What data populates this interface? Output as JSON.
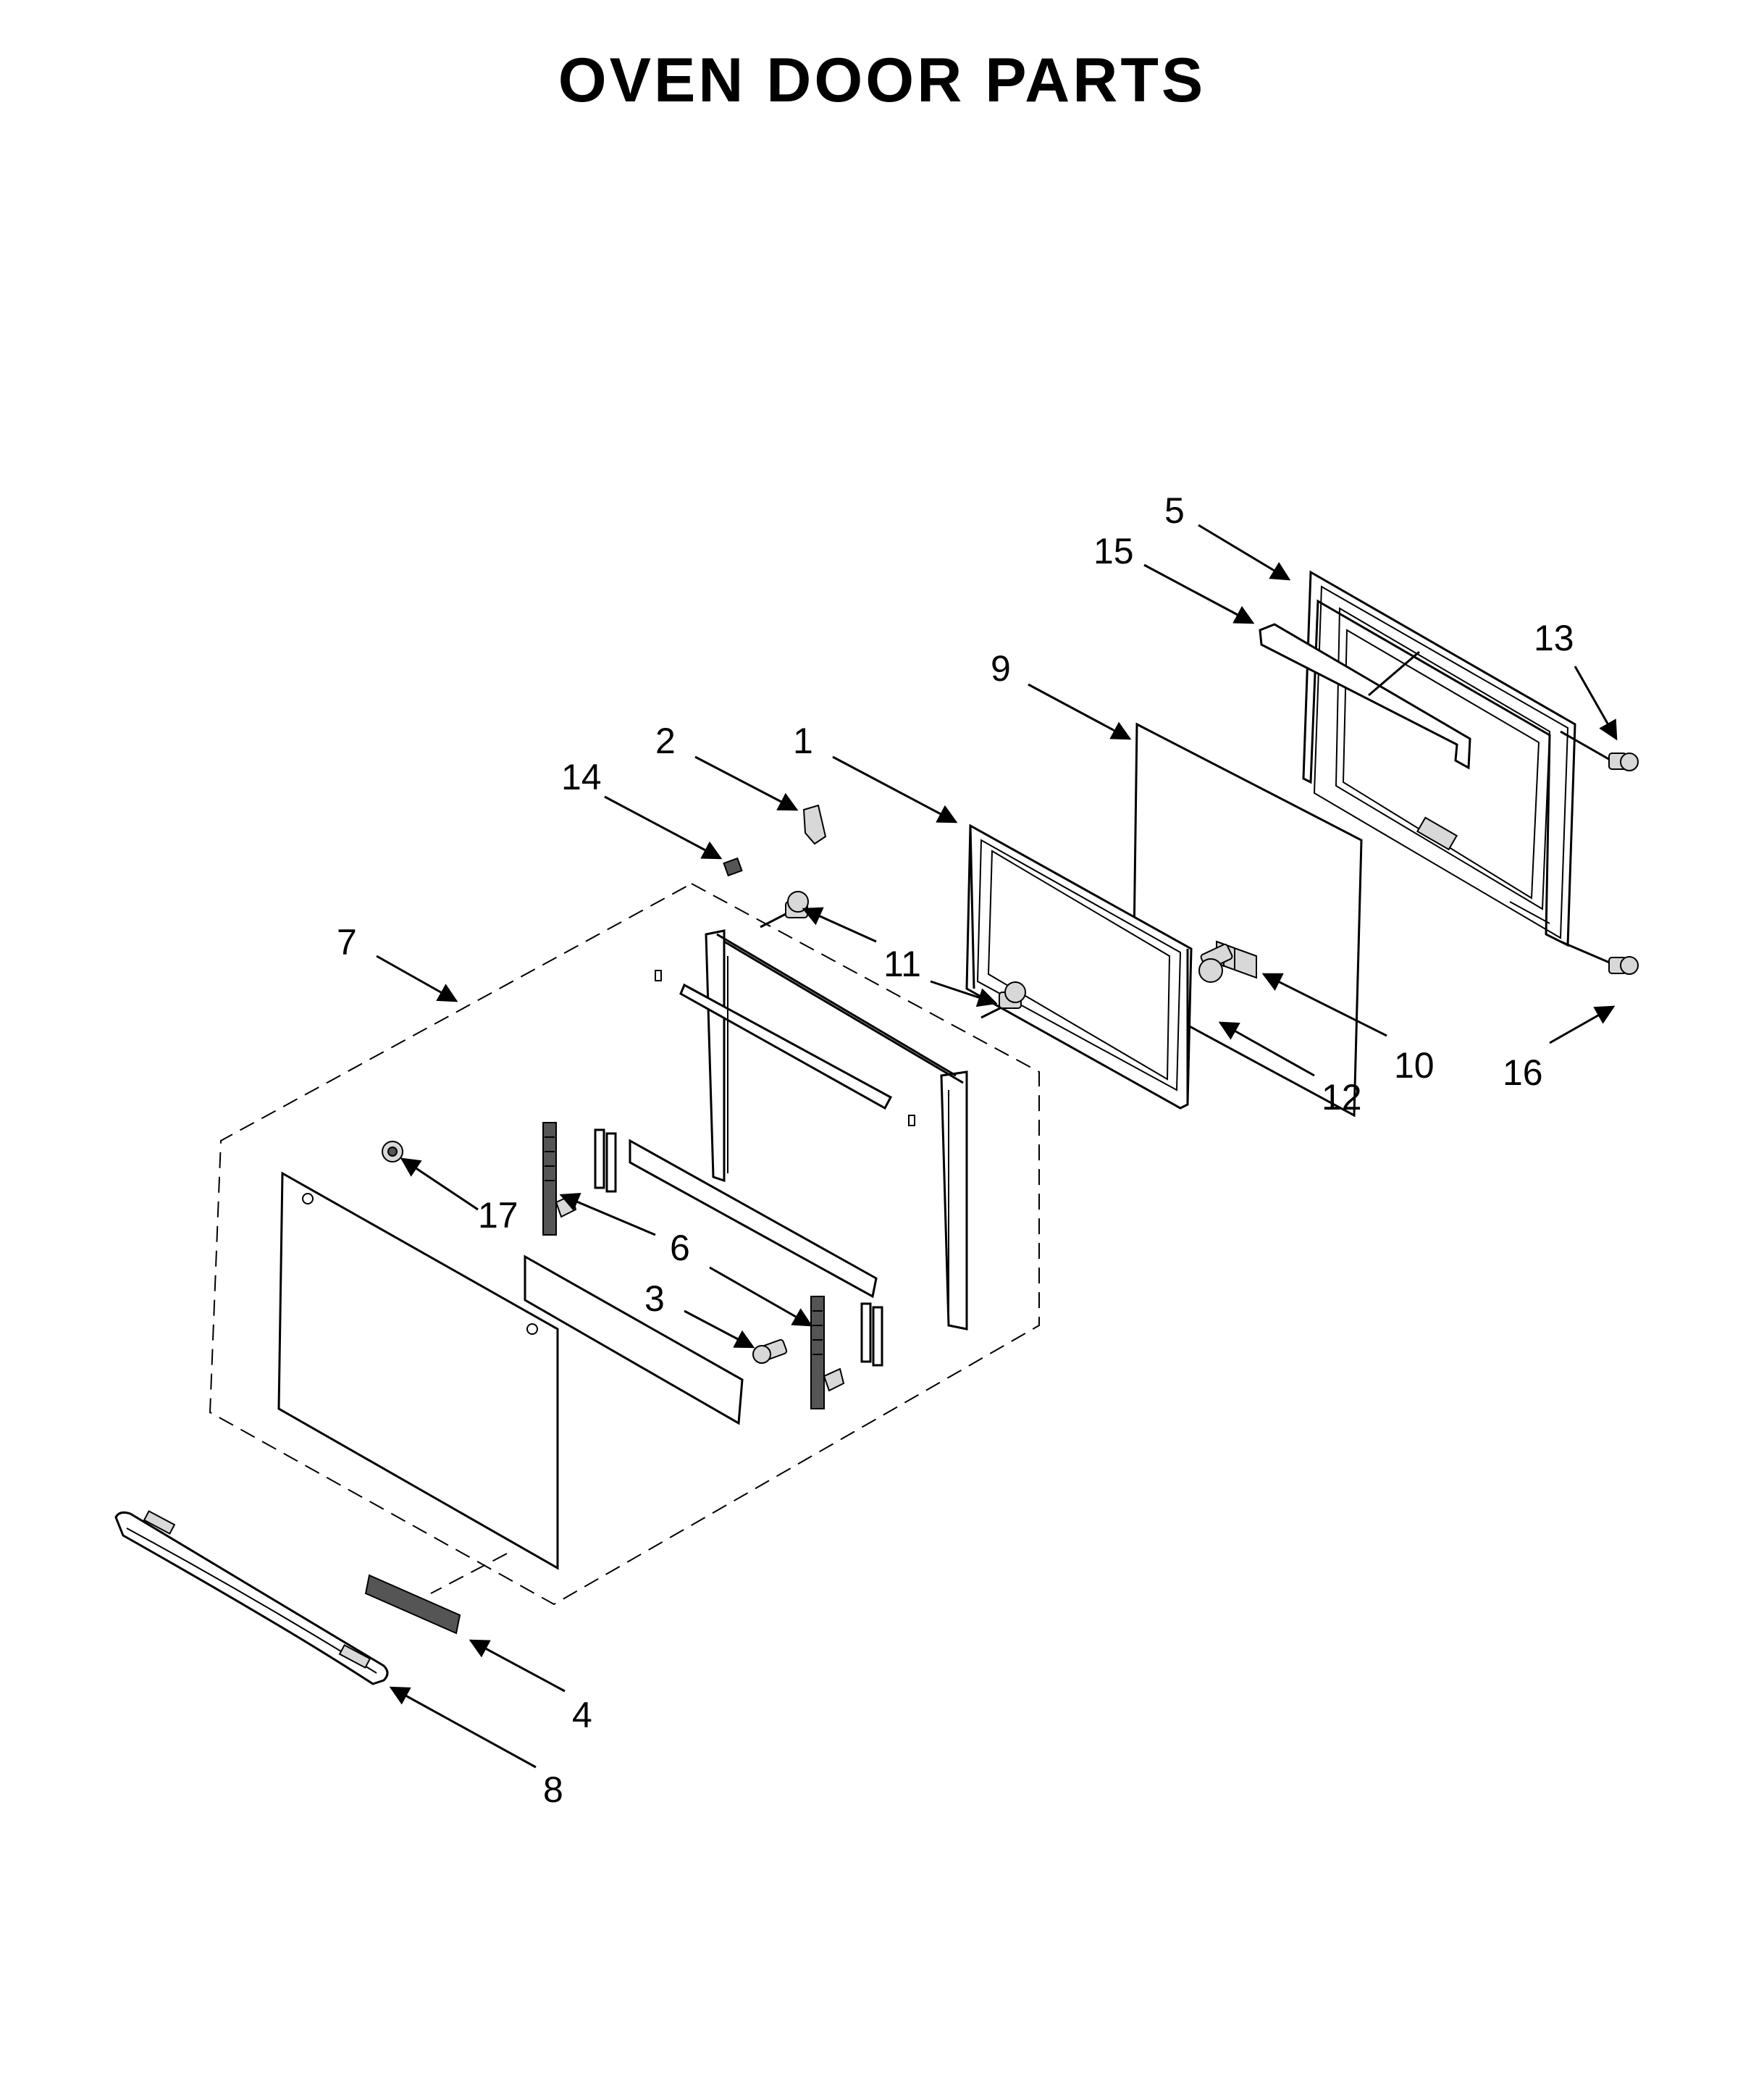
{
  "title": "OVEN DOOR PARTS",
  "callouts": {
    "c1": "1",
    "c2": "2",
    "c3": "3",
    "c4": "4",
    "c5": "5",
    "c6": "6",
    "c7": "7",
    "c8": "8",
    "c9": "9",
    "c10": "10",
    "c11": "11",
    "c12": "12",
    "c13": "13",
    "c14": "14",
    "c15": "15",
    "c16": "16",
    "c17": "17"
  }
}
